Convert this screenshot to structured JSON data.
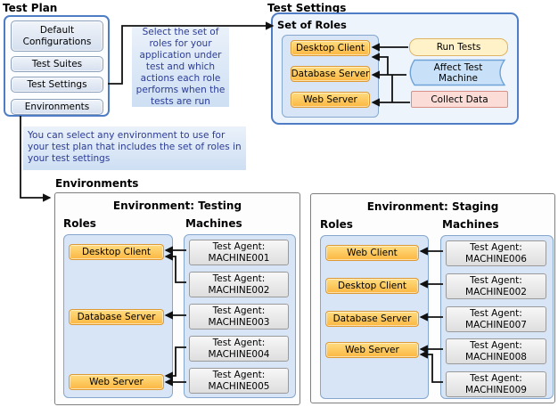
{
  "headings": {
    "test_plan": "Test Plan",
    "test_settings": "Test Settings",
    "set_of_roles": "Set of Roles",
    "environments": "Environments"
  },
  "test_plan": {
    "items": [
      "Default Configurations",
      "Test Suites",
      "Test Settings",
      "Environments"
    ]
  },
  "annotations": {
    "roles_note": "Select the set of roles for your application under test and which actions each role performs when the tests are run",
    "environment_note": "You can select any environment to use for your test plan that includes the set of roles in your test settings"
  },
  "set_of_roles": {
    "roles": [
      "Desktop Client",
      "Database Server",
      "Web Server"
    ],
    "actions": {
      "run_tests": "Run Tests",
      "affect_test_machine": "Affect Test Machine",
      "collect_data": "Collect Data"
    }
  },
  "environments": [
    {
      "title": "Environment: Testing",
      "roles_label": "Roles",
      "machines_label": "Machines",
      "roles": [
        "Desktop Client",
        "Database Server",
        "Web Server"
      ],
      "machines": [
        {
          "prefix": "Test Agent:",
          "name": "MACHINE001"
        },
        {
          "prefix": "Test Agent:",
          "name": "MACHINE002"
        },
        {
          "prefix": "Test Agent:",
          "name": "MACHINE003"
        },
        {
          "prefix": "Test Agent:",
          "name": "MACHINE004"
        },
        {
          "prefix": "Test Agent:",
          "name": "MACHINE005"
        }
      ]
    },
    {
      "title": "Environment: Staging",
      "roles_label": "Roles",
      "machines_label": "Machines",
      "roles": [
        "Web Client",
        "Desktop Client",
        "Database Server",
        "Web Server"
      ],
      "machines": [
        {
          "prefix": "Test Agent:",
          "name": "MACHINE006"
        },
        {
          "prefix": "Test Agent:",
          "name": "MACHINE002"
        },
        {
          "prefix": "Test Agent:",
          "name": "MACHINE007"
        },
        {
          "prefix": "Test Agent:",
          "name": "MACHINE008"
        },
        {
          "prefix": "Test Agent:",
          "name": "MACHINE009"
        }
      ]
    }
  ],
  "colors": {
    "role_chip_fill": "#FBB741",
    "role_chip_border": "#DD9933",
    "container_fill": "#D7E5F6",
    "container_border": "#86A7CD",
    "plan_box_border": "#4E7DC6",
    "plan_button_fill": "#D5DFEE",
    "run_tests_fill": "#FFF1C8",
    "run_tests_border": "#E0B466",
    "affect_fill": "#C8E1F8",
    "affect_border": "#6FA3D8",
    "collect_fill": "#FBDCD7",
    "collect_border": "#DA9086",
    "machine_fill": "#E9E9E9",
    "machine_border": "#9A9A9A",
    "annotation_fill": "#D9E6F6",
    "annotation_text": "#2B3C96",
    "env_box_border": "#7F7F7F",
    "arrow": "#111111"
  }
}
